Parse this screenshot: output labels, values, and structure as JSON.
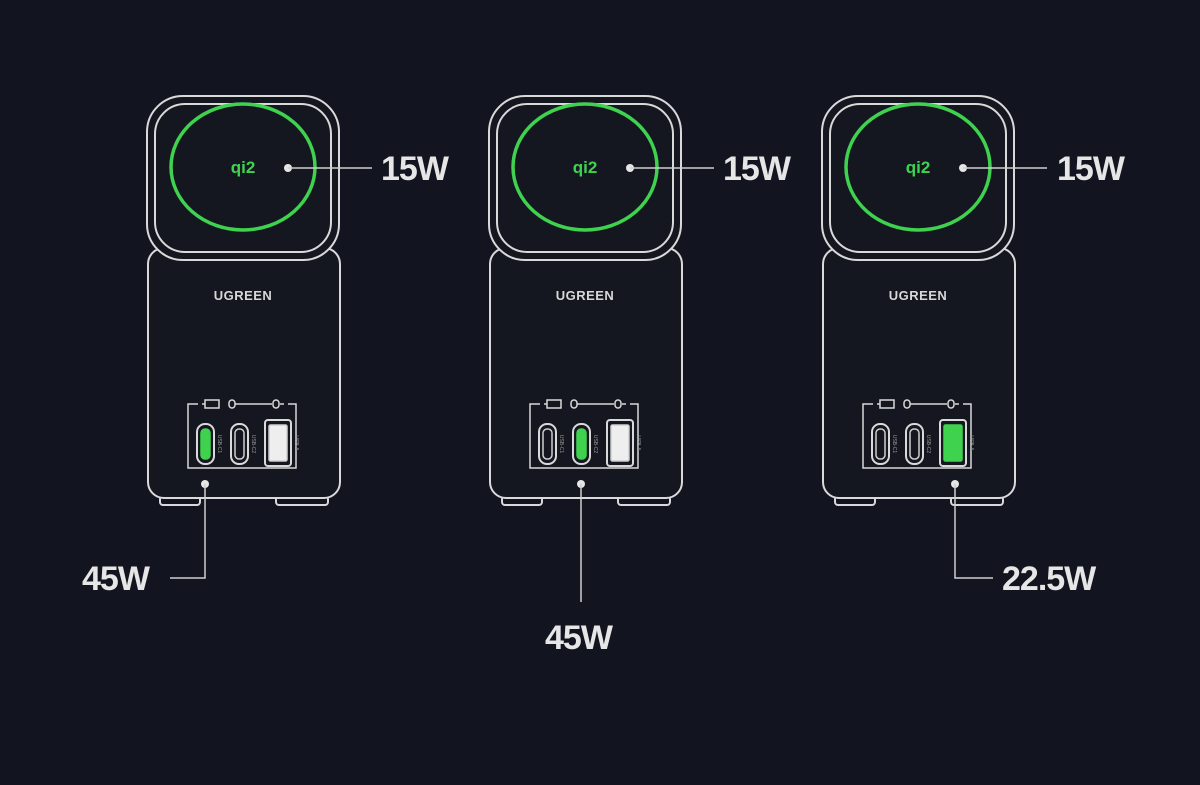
{
  "colors": {
    "background": "#12151f",
    "outline": "#d9d9d9",
    "active": "#3fd24f"
  },
  "devices": [
    {
      "brand": "UGREEN",
      "wireless_label": "15W",
      "port_label": "45W",
      "active_port": 0,
      "ports": [
        "USB-C1",
        "USB-C2",
        "USB-A"
      ],
      "wireless_icon": "qi2-icon"
    },
    {
      "brand": "UGREEN",
      "wireless_label": "15W",
      "port_label": "45W",
      "active_port": 1,
      "ports": [
        "USB-C1",
        "USB-C2",
        "USB-A"
      ],
      "wireless_icon": "qi2-icon"
    },
    {
      "brand": "UGREEN",
      "wireless_label": "15W",
      "port_label": "22.5W",
      "active_port": 2,
      "ports": [
        "USB-C1",
        "USB-C2",
        "USB-A"
      ],
      "wireless_icon": "qi2-icon"
    }
  ]
}
